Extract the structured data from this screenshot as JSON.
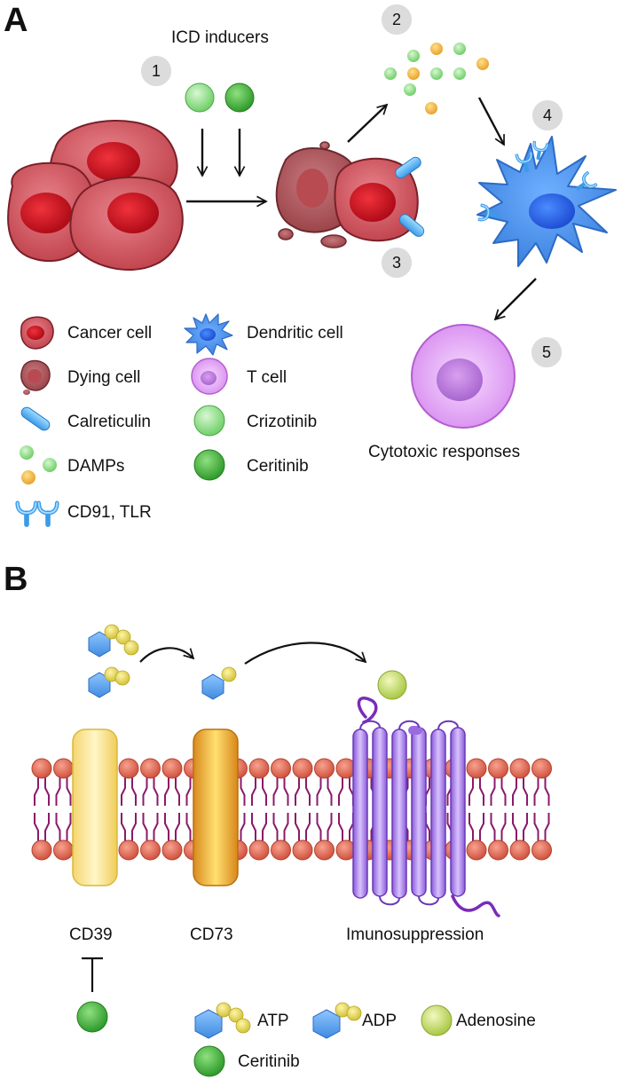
{
  "panel_a": {
    "letter": "A",
    "inducers_label": "ICD inducers",
    "outcome_label": "Cytotoxic responses",
    "steps": [
      "1",
      "2",
      "3",
      "4",
      "5"
    ],
    "legend": {
      "cancer_cell": "Cancer cell",
      "dying_cell": "Dying cell",
      "calreticulin": "Calreticulin",
      "damps": "DAMPs",
      "cd91_tlr": "CD91, TLR",
      "dendritic_cell": "Dendritic cell",
      "t_cell": "T cell",
      "crizotinib": "Crizotinib",
      "ceritinib": "Ceritinib"
    }
  },
  "panel_b": {
    "letter": "B",
    "cd39_label": "CD39",
    "cd73_label": "CD73",
    "receptor_label": "Imunosuppression",
    "legend": {
      "atp": "ATP",
      "adp": "ADP",
      "adenosine": "Adenosine",
      "ceritinib": "Ceritinib"
    }
  },
  "colors": {
    "cancer_cell": "#c8474f",
    "nucleus": "#d1121f",
    "dendritic": "#4a8fe6",
    "t_cell": "#d99ae8",
    "crizotinib": "#9fe39a",
    "ceritinib": "#3fae35",
    "damp_orange": "#f0b23a",
    "membrane_head": "#e06a5a",
    "membrane_tail": "#8a1a6a",
    "cd39": "#f5dc80",
    "cd73": "#e8a42e",
    "receptor": "#9a6be0"
  }
}
